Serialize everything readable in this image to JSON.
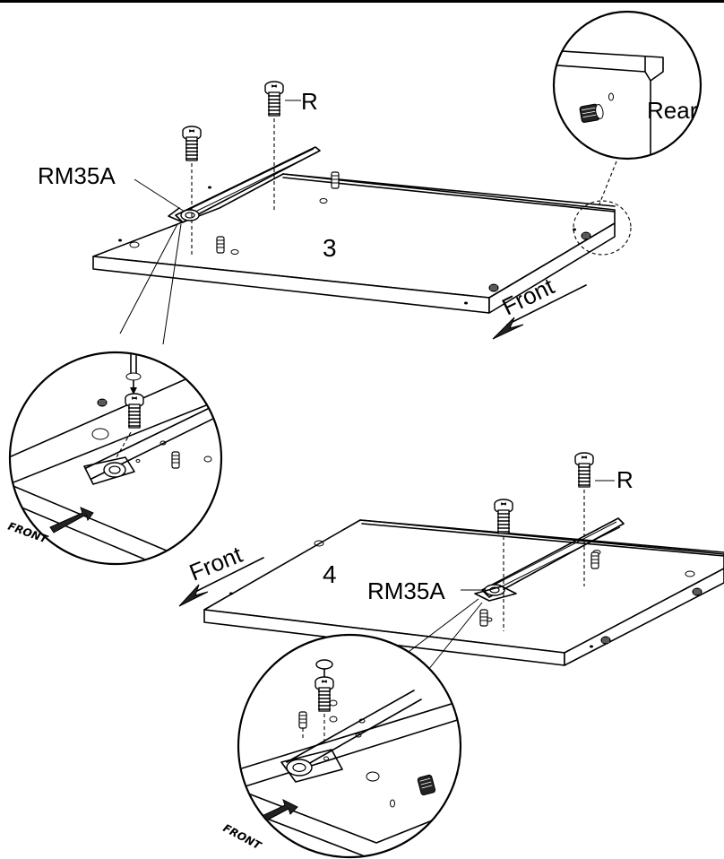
{
  "step3": {
    "number": "3",
    "screw_label": "R",
    "part_label": "RM35A",
    "direction_label": "Front",
    "detail_label": "Rear",
    "detail_stamp": "FRONT"
  },
  "step4": {
    "number": "4",
    "screw_label": "R",
    "part_label": "RM35A",
    "direction_label": "Front",
    "detail_stamp": "FRONT"
  }
}
